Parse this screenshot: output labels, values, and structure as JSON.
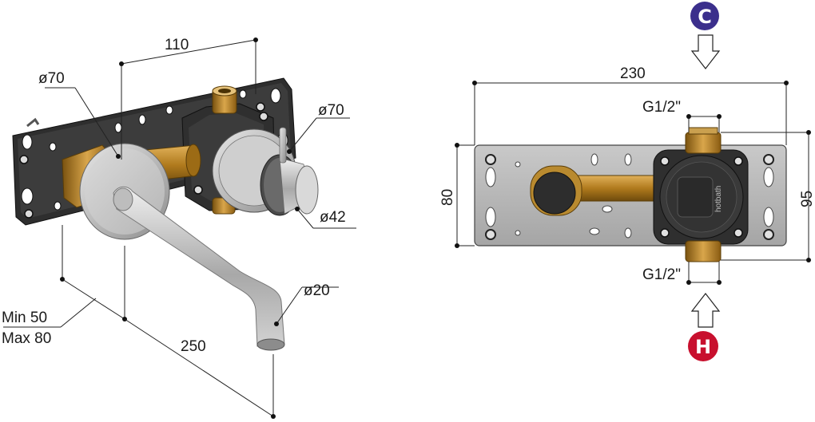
{
  "left_view": {
    "dim_width_top": "110",
    "dim_rosette_diameter": "ø70",
    "dim_handle_rosette_diameter": "ø70",
    "dim_handle_diameter": "ø42",
    "dim_spout_diameter": "ø20",
    "dim_spout_length": "250",
    "dim_depth_min": "Min 50",
    "dim_depth_max": "Max 80"
  },
  "right_view": {
    "dim_width": "230",
    "dim_height_plate": "80",
    "dim_height_total": "95",
    "dim_thread_top": "G1/2\"",
    "dim_thread_bottom": "G1/2\"",
    "cold_label": "C",
    "hot_label": "H",
    "cold_color": "#3b2f8c",
    "hot_color": "#c8102e",
    "brand_mark": "hotbath"
  }
}
